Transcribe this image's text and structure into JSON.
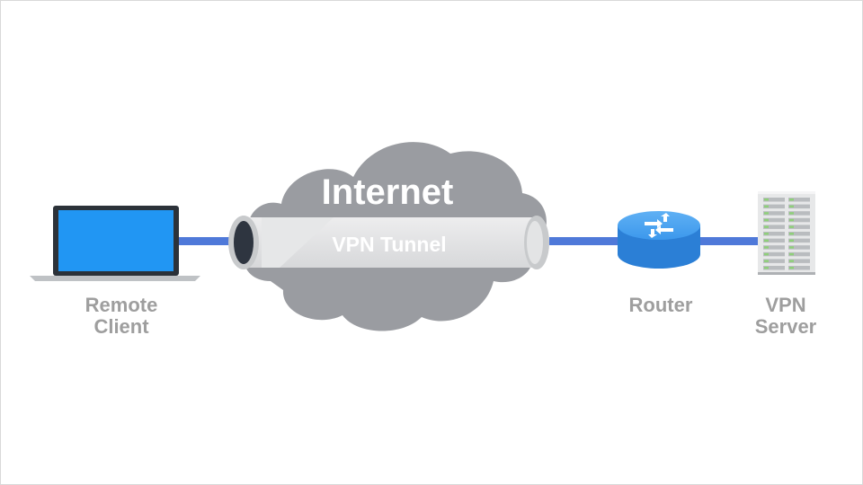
{
  "diagram": {
    "cloud_label": "Internet",
    "tunnel_label": "VPN Tunnel",
    "remote_client": {
      "line1": "Remote",
      "line2": "Client"
    },
    "router": {
      "label": "Router"
    },
    "vpn_server": {
      "line1": "VPN",
      "line2": "Server"
    }
  },
  "colors": {
    "cloud": "#9a9ca1",
    "link": "#4f79d9",
    "laptop_screen": "#2196f3",
    "router": "#2f8ee6",
    "label": "#9e9e9e"
  }
}
